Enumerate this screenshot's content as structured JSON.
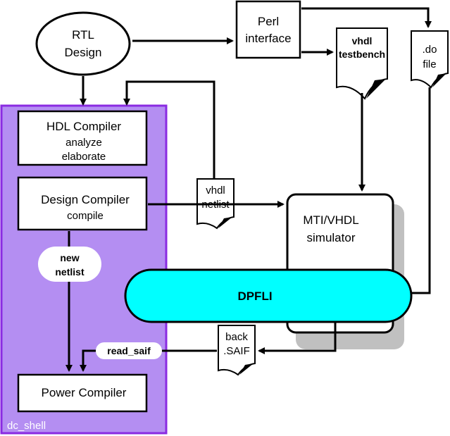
{
  "nodes": {
    "rtl": {
      "lines": [
        "RTL",
        "Design"
      ]
    },
    "perl": {
      "lines": [
        "Perl",
        "interface"
      ]
    },
    "vhdl_tb": {
      "lines": [
        "vhdl",
        "testbench"
      ]
    },
    "do_file": {
      "lines": [
        ".do",
        "file"
      ]
    },
    "hdl_compiler": {
      "title": "HDL Compiler",
      "lines": [
        "analyze",
        "elaborate"
      ]
    },
    "design_compiler": {
      "title": "Design Compiler",
      "lines": [
        "compile"
      ]
    },
    "vhdl_netlist": {
      "lines": [
        "vhdl",
        "netlist"
      ]
    },
    "mti": {
      "lines": [
        "MTI/VHDL",
        "simulator"
      ]
    },
    "dpfli": {
      "label": "DPFLI"
    },
    "new_netlist": {
      "lines": [
        "new",
        "netlist"
      ]
    },
    "back_saif": {
      "lines": [
        "back",
        ".SAIF"
      ]
    },
    "read_saif": {
      "label": "read_saif"
    },
    "power_compiler": {
      "title": "Power Compiler"
    },
    "dc_shell": {
      "label": "dc_shell"
    }
  },
  "colors": {
    "dc_shell_fill": "#b48ef2",
    "dc_shell_border": "#8a2be2",
    "dpfli_fill": "#00ffff",
    "shadow": "#c0c0c0",
    "line": "#000000"
  }
}
